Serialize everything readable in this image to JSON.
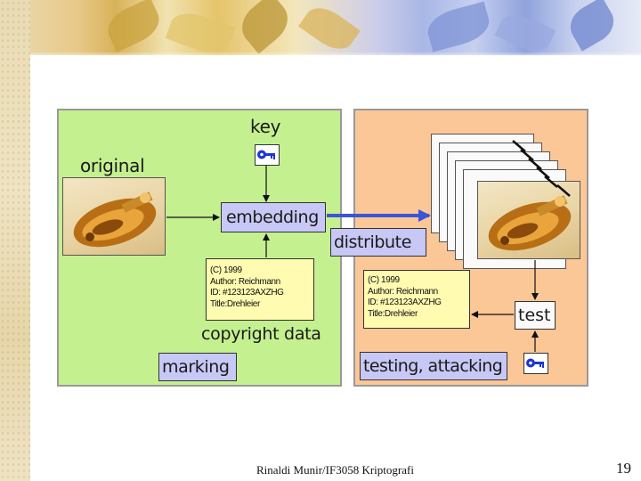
{
  "diagram": {
    "key_label": "key",
    "original_label": "original",
    "embedding_label": "embedding",
    "distribute_label": "distribute",
    "copyright_data_label": "copyright data",
    "marking_label": "marking",
    "test_label": "test",
    "testing_label": "testing, attacking",
    "copyright_box": [
      "(C) 1999",
      "Author: Reichmann",
      "ID: #123123AXZHG",
      "Title:Drehleier"
    ],
    "copyright_box_2": [
      "(C) 1999",
      "Author: Reichmann",
      "ID: #123123AXZHG",
      "Title:Drehleier"
    ],
    "colors": {
      "green_panel": "#c4f090",
      "peach_panel": "#fbc796",
      "lavender_box": "#c8c8f6",
      "yellow_box": "#fffbb0",
      "arrow_blue": "#3a55d8"
    }
  },
  "footer": {
    "text": "Rinaldi Munir/IF3058 Kriptografi",
    "page_number": "19"
  }
}
